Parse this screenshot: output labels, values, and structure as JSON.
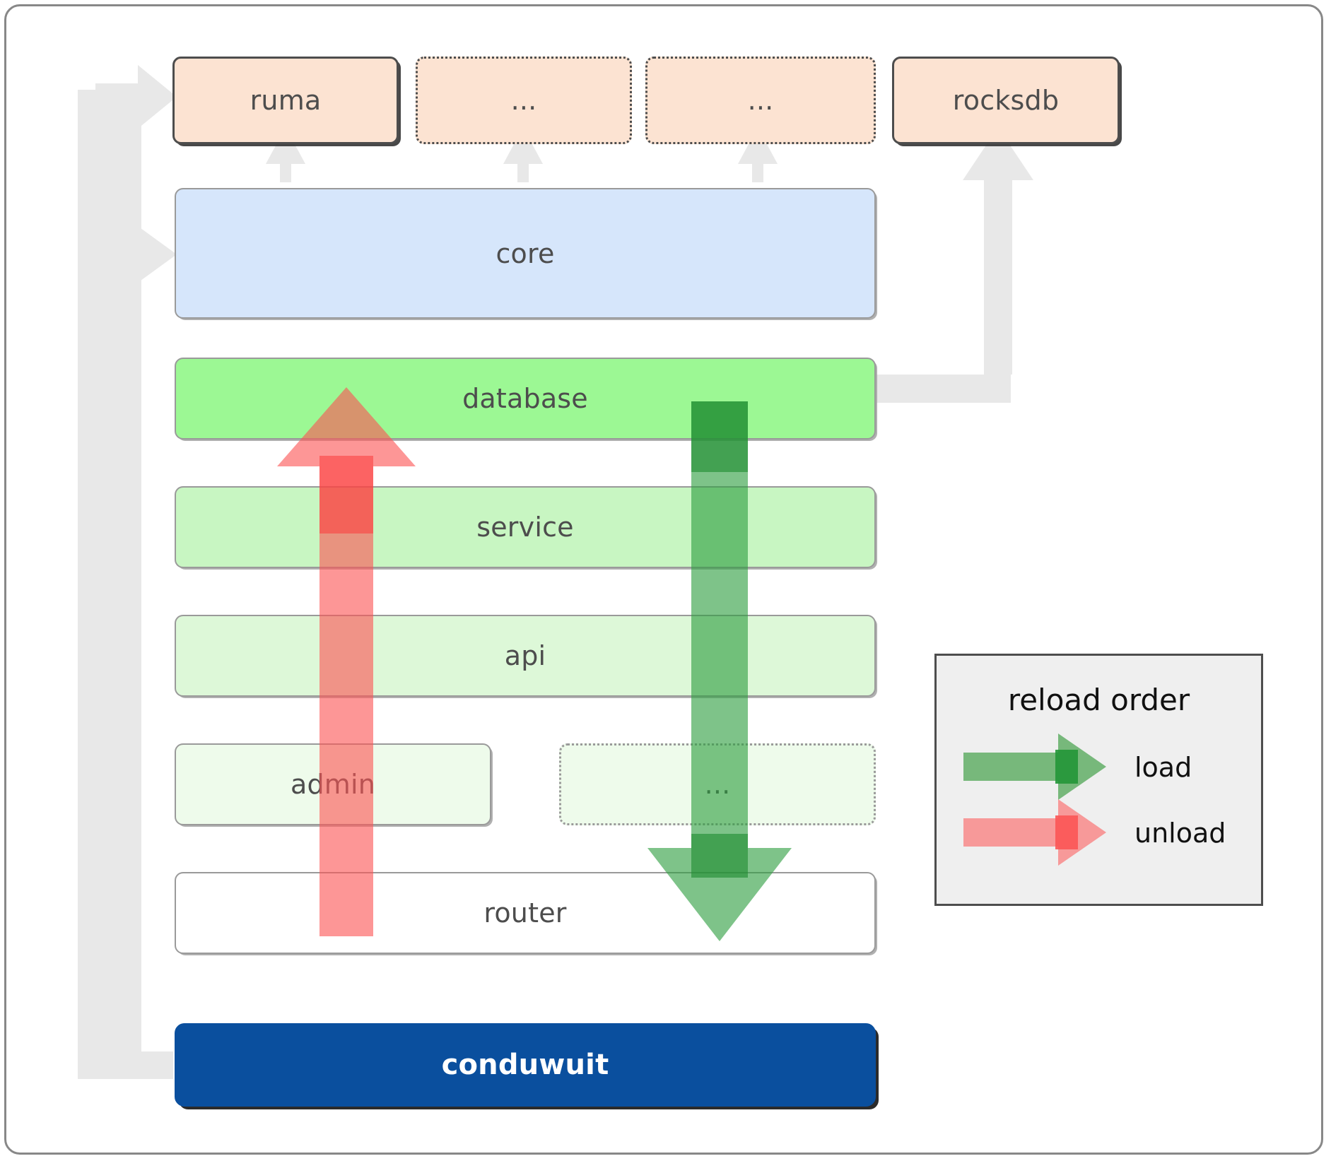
{
  "diagram": {
    "title": "conduwuit crate dependency / reload order diagram",
    "dependencies": [
      {
        "label": "ruma",
        "style": "solid"
      },
      {
        "label": "...",
        "style": "dotted"
      },
      {
        "label": "...",
        "style": "dotted"
      },
      {
        "label": "rocksdb",
        "style": "solid"
      }
    ],
    "core": {
      "label": "core"
    },
    "layers": [
      {
        "label": "database",
        "style": "solid"
      },
      {
        "label": "service",
        "style": "solid"
      },
      {
        "label": "api",
        "style": "solid"
      },
      {
        "label": "admin",
        "style": "solid"
      },
      {
        "label": "...",
        "style": "dotted"
      },
      {
        "label": "router",
        "style": "solid"
      }
    ],
    "binary": {
      "label": "conduwuit"
    },
    "legend": {
      "title": "reload order",
      "items": [
        {
          "label": "load",
          "color": "#55a85a"
        },
        {
          "label": "unload",
          "color": "#f98080"
        }
      ]
    },
    "colors": {
      "dependency_fill": "#fce3d2",
      "core_fill": "#d6e6fb",
      "database_fill": "#9cf894",
      "service_fill": "#c8f6c2",
      "api_fill": "#ddf8d8",
      "admin_fill": "#eefbeb",
      "router_fill": "#ffffff",
      "binary_fill": "#0a4f9e",
      "legend_fill": "#efefef",
      "arrow_gray": "#e8e8e8",
      "load_green": "#55a85a",
      "unload_red": "#f98080",
      "text": "#4d4d4d"
    }
  }
}
